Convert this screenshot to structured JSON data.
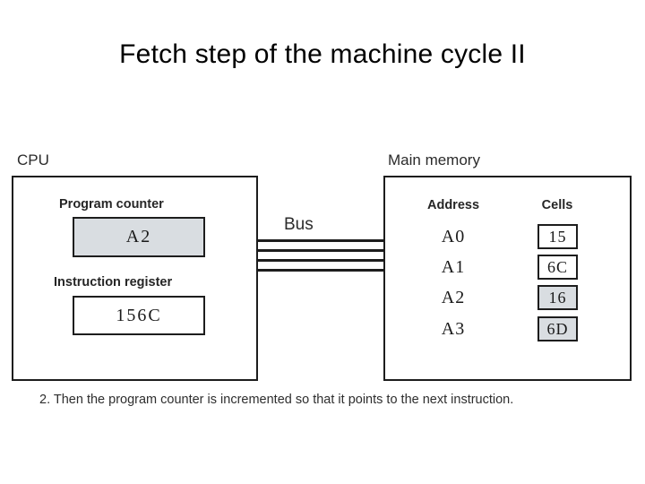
{
  "slide": {
    "title": "Fetch step of the machine cycle II",
    "caption": "2. Then the program counter is incremented so that it points to the next instruction."
  },
  "cpu": {
    "label": "CPU",
    "registers": [
      {
        "name": "program-counter",
        "caption": "Program counter",
        "value": "A2",
        "highlighted": true
      },
      {
        "name": "instruction-register",
        "caption": "Instruction register",
        "value": "156C",
        "highlighted": false
      }
    ]
  },
  "bus": {
    "label": "Bus",
    "line_count": 4
  },
  "memory": {
    "label": "Main memory",
    "columns": {
      "address": "Address",
      "cells": "Cells"
    },
    "rows": [
      {
        "address": "A0",
        "cell": "15",
        "highlighted": false
      },
      {
        "address": "A1",
        "cell": "6C",
        "highlighted": false
      },
      {
        "address": "A2",
        "cell": "16",
        "highlighted": true
      },
      {
        "address": "A3",
        "cell": "6D",
        "highlighted": true
      }
    ]
  },
  "colors": {
    "ink": "#1d1d1d",
    "shaded_fill": "#d9dde1",
    "background": "#ffffff"
  }
}
